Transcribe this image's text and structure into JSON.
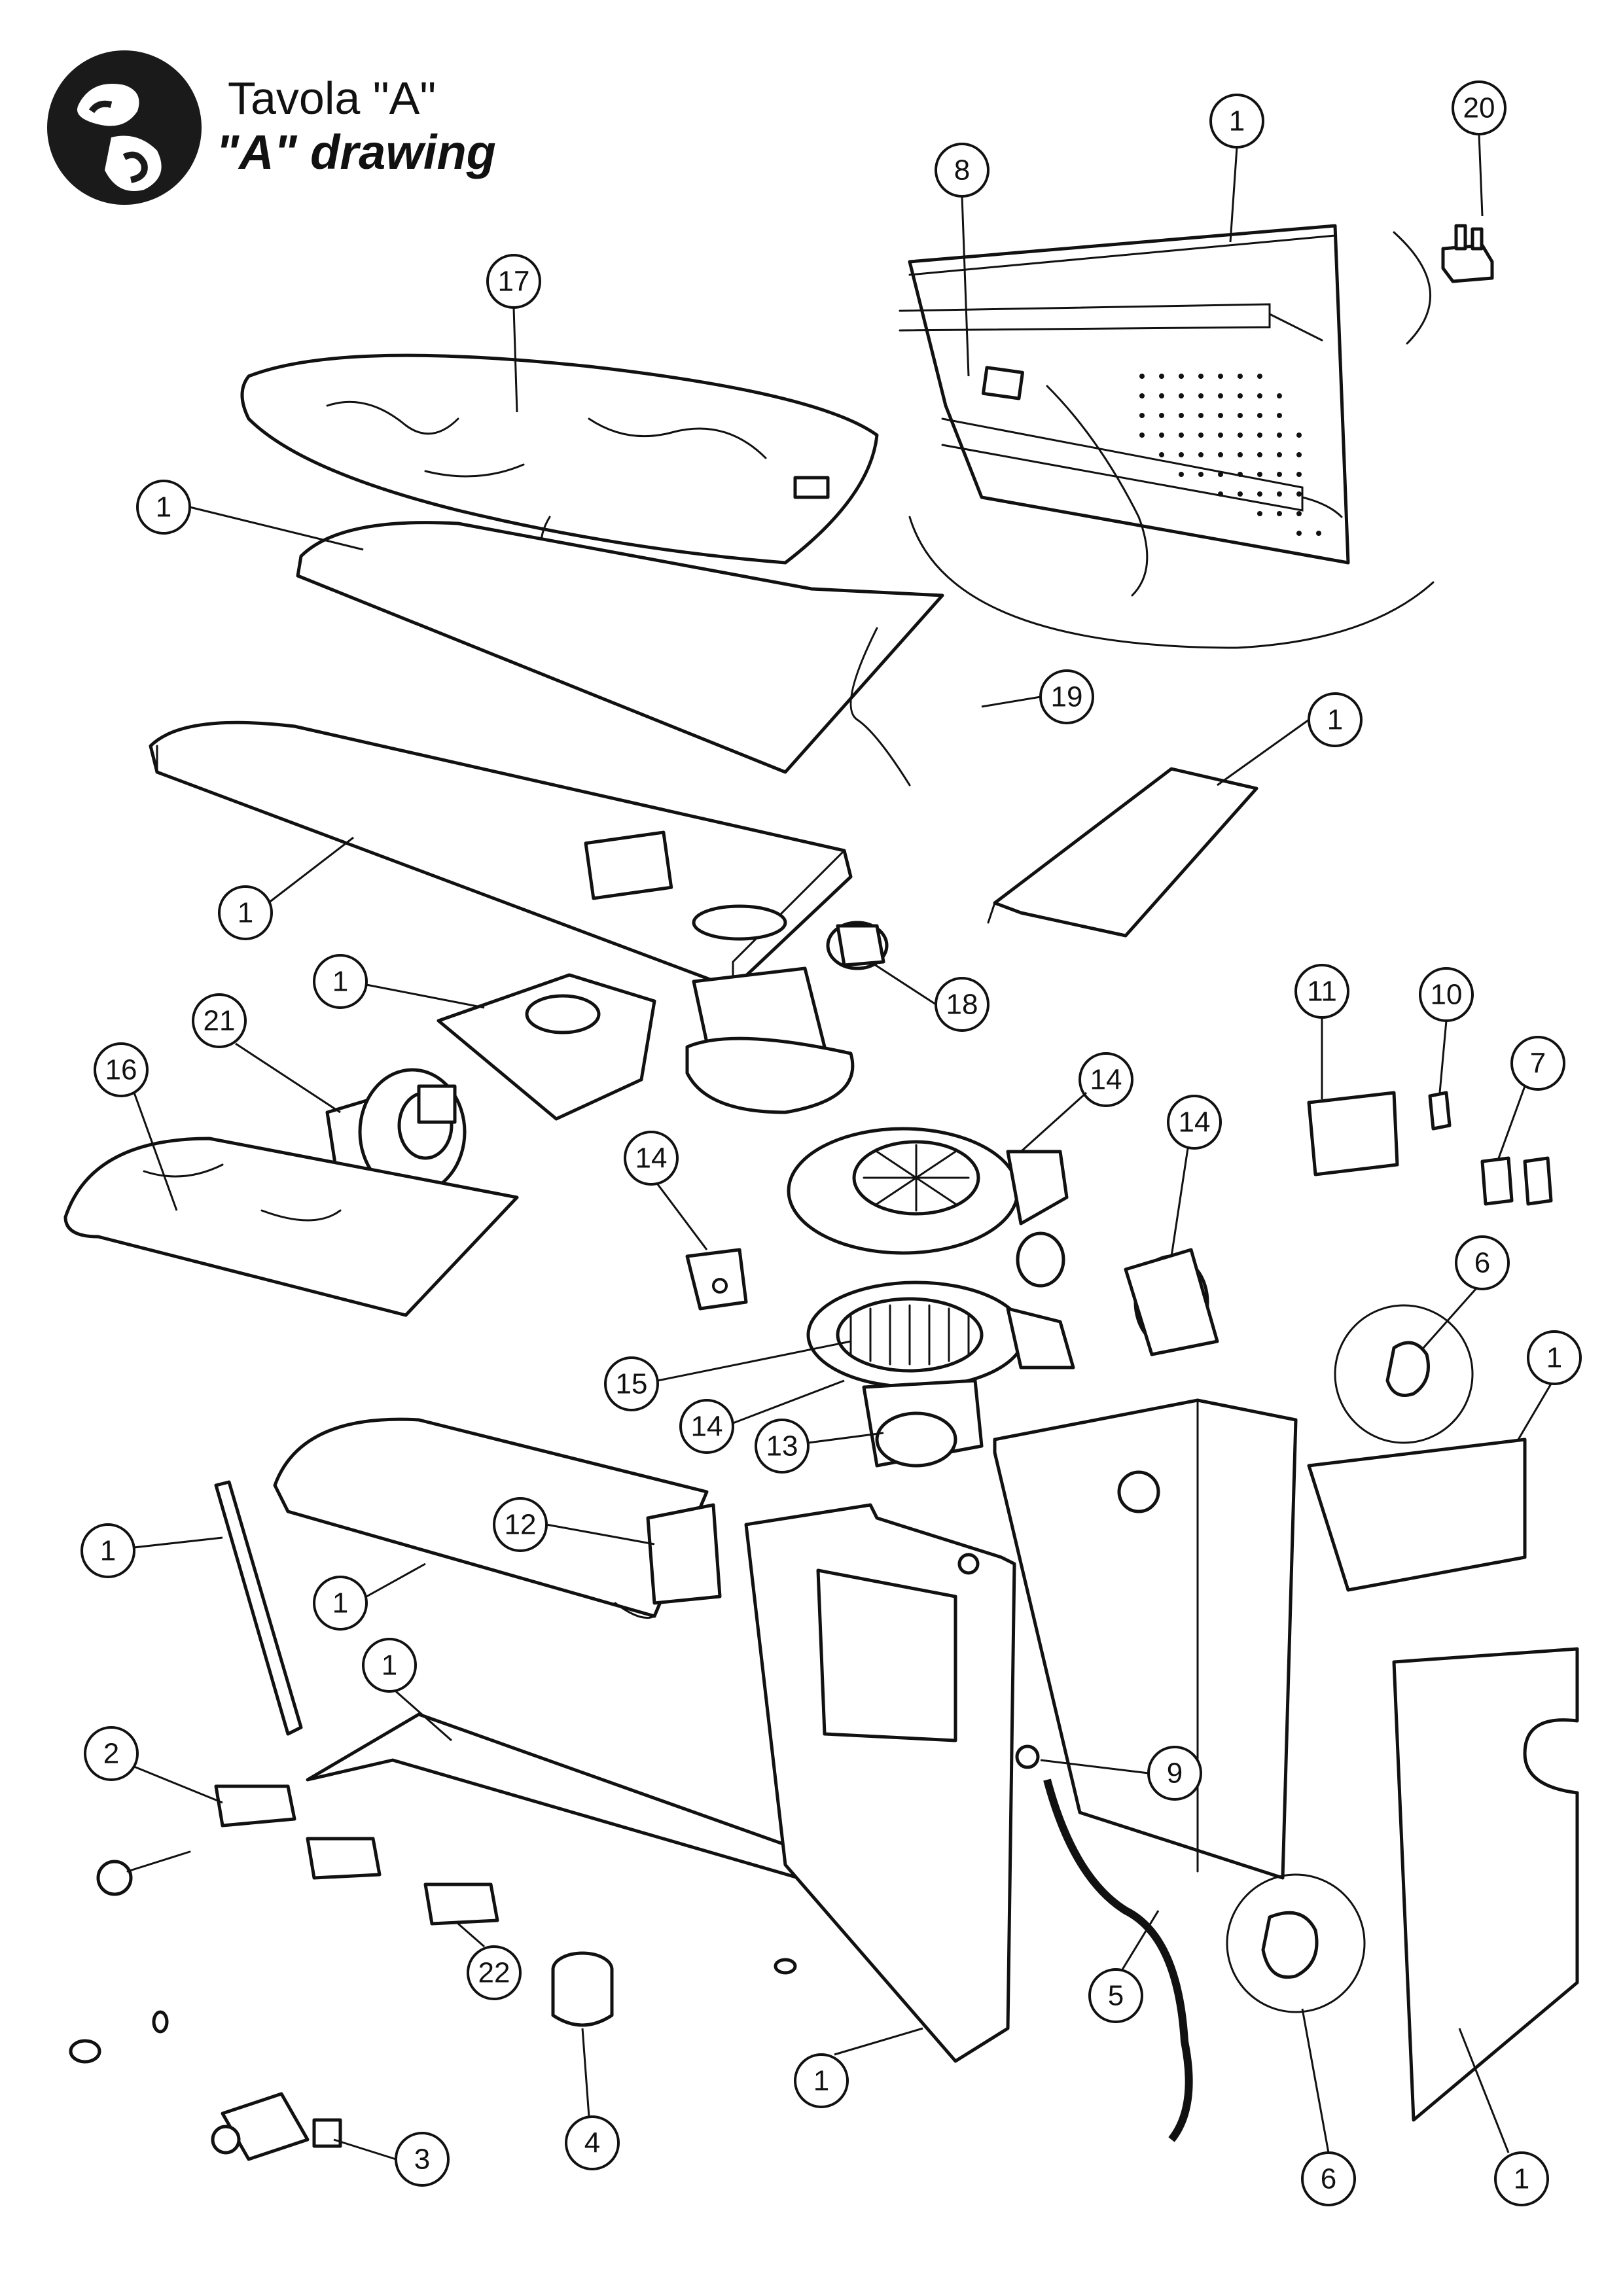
{
  "header": {
    "title": "Tavola \"A\"",
    "subtitle": "\"A\" drawing",
    "logo_text": "BG"
  },
  "callouts": [
    {
      "id": "c1",
      "label": "20"
    },
    {
      "id": "c2",
      "label": "1"
    },
    {
      "id": "c3",
      "label": "8"
    },
    {
      "id": "c4",
      "label": "17"
    },
    {
      "id": "c5",
      "label": "1"
    },
    {
      "id": "c6",
      "label": "19"
    },
    {
      "id": "c7",
      "label": "1"
    },
    {
      "id": "c8",
      "label": "1"
    },
    {
      "id": "c9",
      "label": "1"
    },
    {
      "id": "c10",
      "label": "18"
    },
    {
      "id": "c11",
      "label": "21"
    },
    {
      "id": "c12",
      "label": "16"
    },
    {
      "id": "c13",
      "label": "14"
    },
    {
      "id": "c14",
      "label": "14"
    },
    {
      "id": "c15",
      "label": "14"
    },
    {
      "id": "c16",
      "label": "11"
    },
    {
      "id": "c17",
      "label": "10"
    },
    {
      "id": "c18",
      "label": "7"
    },
    {
      "id": "c19",
      "label": "6"
    },
    {
      "id": "c20",
      "label": "1"
    },
    {
      "id": "c21",
      "label": "15"
    },
    {
      "id": "c22",
      "label": "14"
    },
    {
      "id": "c23",
      "label": "13"
    },
    {
      "id": "c24",
      "label": "12"
    },
    {
      "id": "c25",
      "label": "1"
    },
    {
      "id": "c26",
      "label": "1"
    },
    {
      "id": "c27",
      "label": "1"
    },
    {
      "id": "c28",
      "label": "2"
    },
    {
      "id": "c29",
      "label": "9"
    },
    {
      "id": "c30",
      "label": "5"
    },
    {
      "id": "c31",
      "label": "22"
    },
    {
      "id": "c32",
      "label": "4"
    },
    {
      "id": "c33",
      "label": "1"
    },
    {
      "id": "c34",
      "label": "6"
    },
    {
      "id": "c35",
      "label": "1"
    },
    {
      "id": "c36",
      "label": "3"
    }
  ]
}
